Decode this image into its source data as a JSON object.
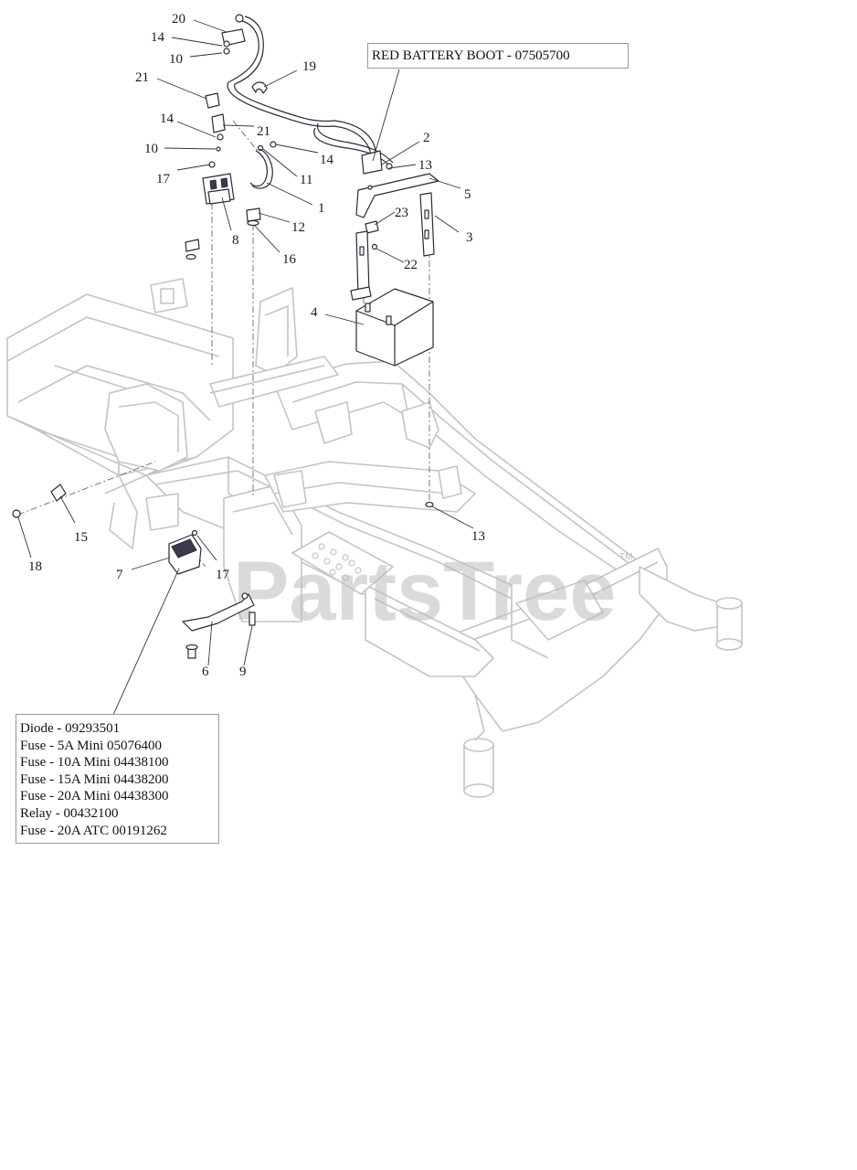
{
  "watermark": "PartsTree",
  "watermark_tm": "TM",
  "callouts": {
    "battery_boot": "RED BATTERY BOOT - 07505700"
  },
  "parts_note": [
    "Diode - 09293501",
    "Fuse - 5A Mini 05076400",
    "Fuse - 10A Mini 04438100",
    "Fuse - 15A Mini 04438200",
    "Fuse - 20A Mini 04438300",
    "Relay - 00432100",
    "Fuse - 20A ATC 00191262"
  ],
  "labels": {
    "l20": "20",
    "l14a": "14",
    "l10a": "10",
    "l19": "19",
    "l21a": "21",
    "l14b": "14",
    "l21b": "21",
    "l10b": "10",
    "l14c": "14",
    "l11": "11",
    "l17a": "17",
    "l1": "1",
    "l8": "8",
    "l12": "12",
    "l16": "16",
    "l2": "2",
    "l13a": "13",
    "l5": "5",
    "l23": "23",
    "l3": "3",
    "l22": "22",
    "l4": "4",
    "l15": "15",
    "l18": "18",
    "l7": "7",
    "l17b": "17",
    "l13b": "13",
    "l6": "6",
    "l9": "9"
  }
}
